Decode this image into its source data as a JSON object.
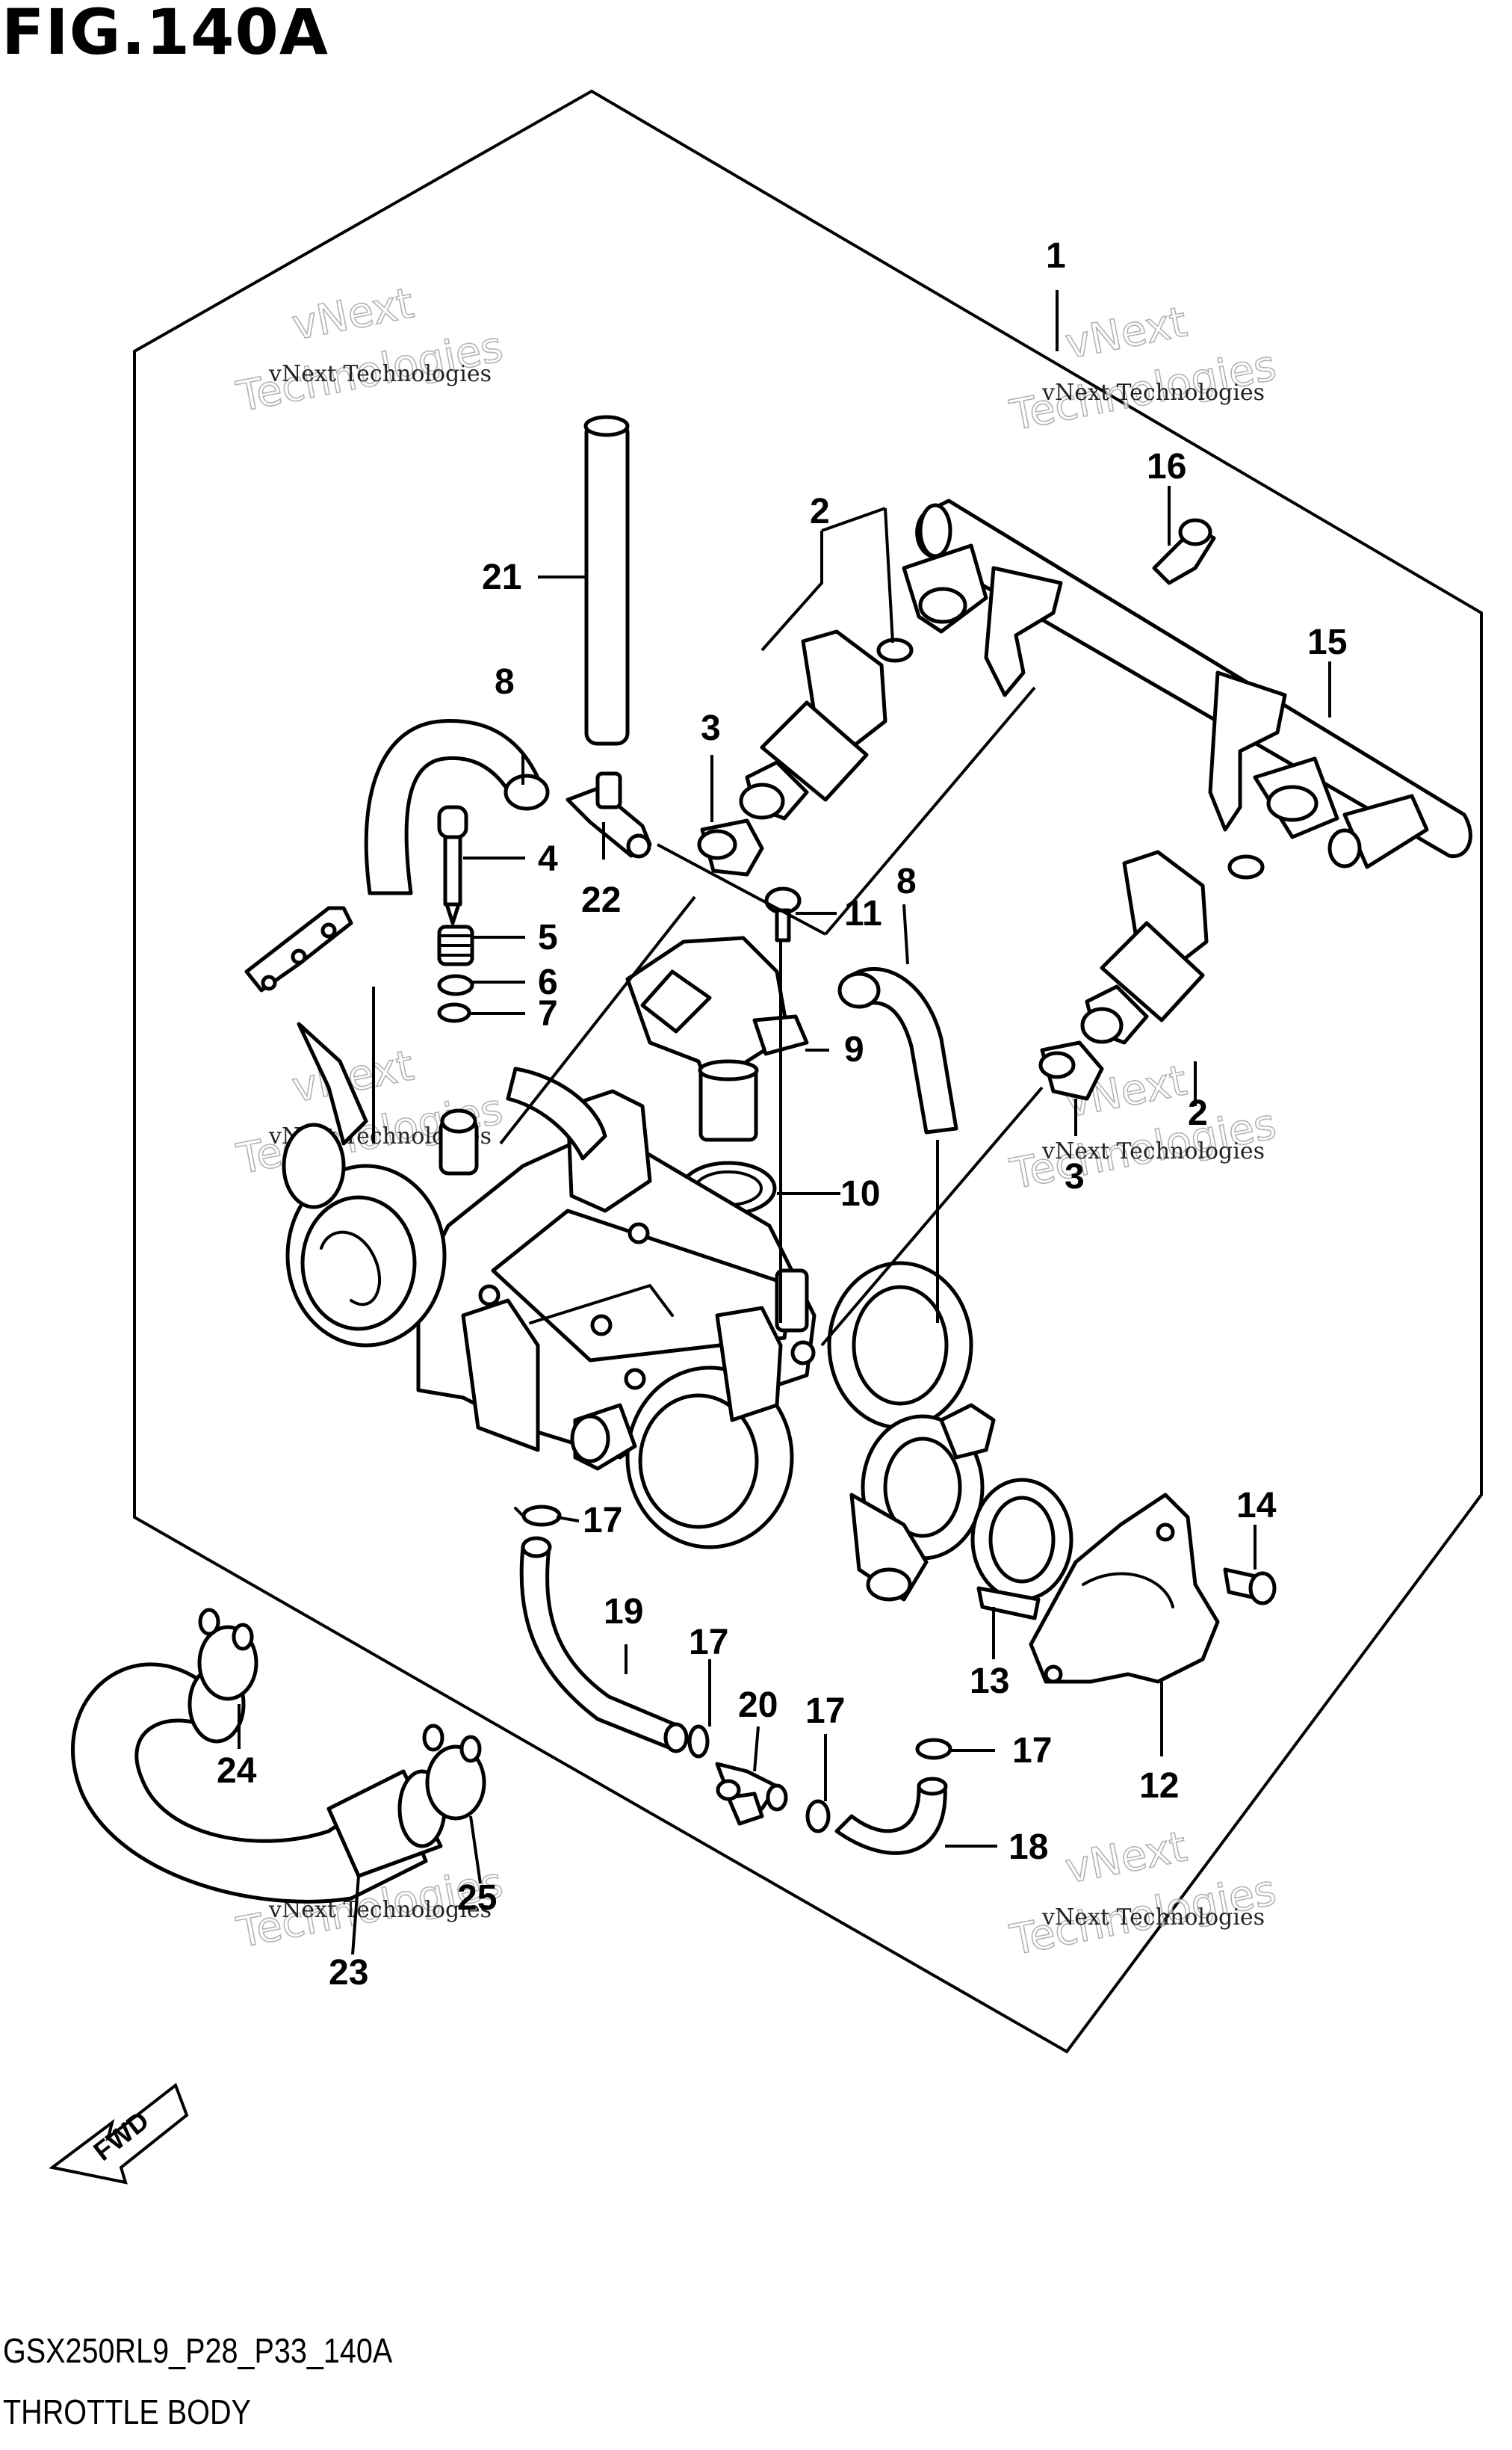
{
  "figure": {
    "title": "FIG.140A"
  },
  "footer": {
    "code": "GSX250RL9_P28_P33_140A",
    "caption": "THROTTLE BODY"
  },
  "fwd_label": "FWD",
  "watermark": {
    "line1": "vNext Technologies",
    "line2": "vNext",
    "line3": "Technologies"
  },
  "callouts": {
    "c1": "1",
    "c2a": "2",
    "c2b": "2",
    "c3a": "3",
    "c3b": "3",
    "c4": "4",
    "c5": "5",
    "c6": "6",
    "c7": "7",
    "c8a": "8",
    "c8b": "8",
    "c9": "9",
    "c10": "10",
    "c11": "11",
    "c12": "12",
    "c13": "13",
    "c14": "14",
    "c15": "15",
    "c16": "16",
    "c17a": "17",
    "c17b": "17",
    "c17c": "17",
    "c17d": "17",
    "c18": "18",
    "c19": "19",
    "c20": "20",
    "c21": "21",
    "c22": "22",
    "c23": "23",
    "c24": "24",
    "c25": "25"
  },
  "icons": {
    "fwd": "fwd-arrow-icon"
  }
}
